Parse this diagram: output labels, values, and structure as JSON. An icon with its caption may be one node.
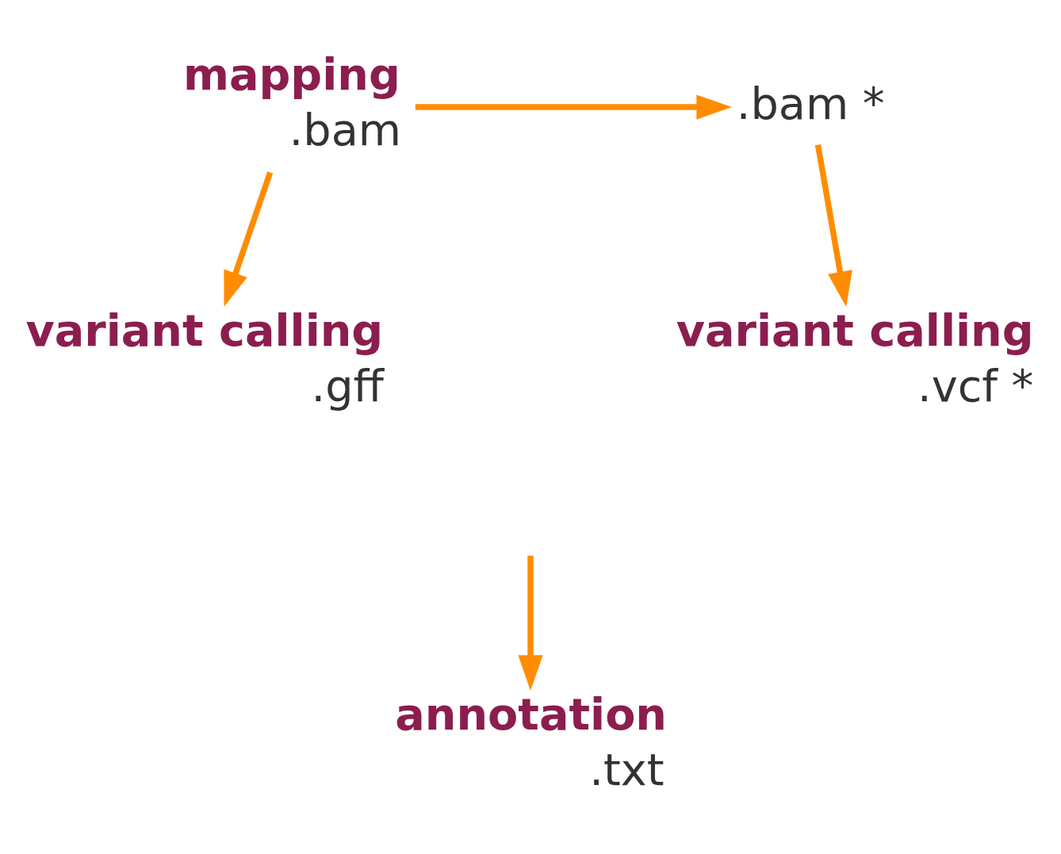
{
  "diagram": {
    "nodes": [
      {
        "text": [
          "mapping",
          ".bam"
        ]
      },
      {
        "text": [
          ".bam *"
        ]
      },
      {
        "text": [
          "variant calling",
          ".gff"
        ]
      },
      {
        "text": [
          "variant calling",
          ".vcf *"
        ]
      },
      {
        "text": [
          "annotation",
          ".txt"
        ]
      }
    ],
    "edges": [
      {
        "from": 0,
        "to": 1,
        "arrow": "to"
      },
      {
        "from": 0,
        "to": 2,
        "arrow": "to"
      },
      {
        "from": 1,
        "to": 3,
        "arrow": "to"
      },
      {
        "from": null,
        "to": 4,
        "arrow": "to"
      }
    ]
  }
}
